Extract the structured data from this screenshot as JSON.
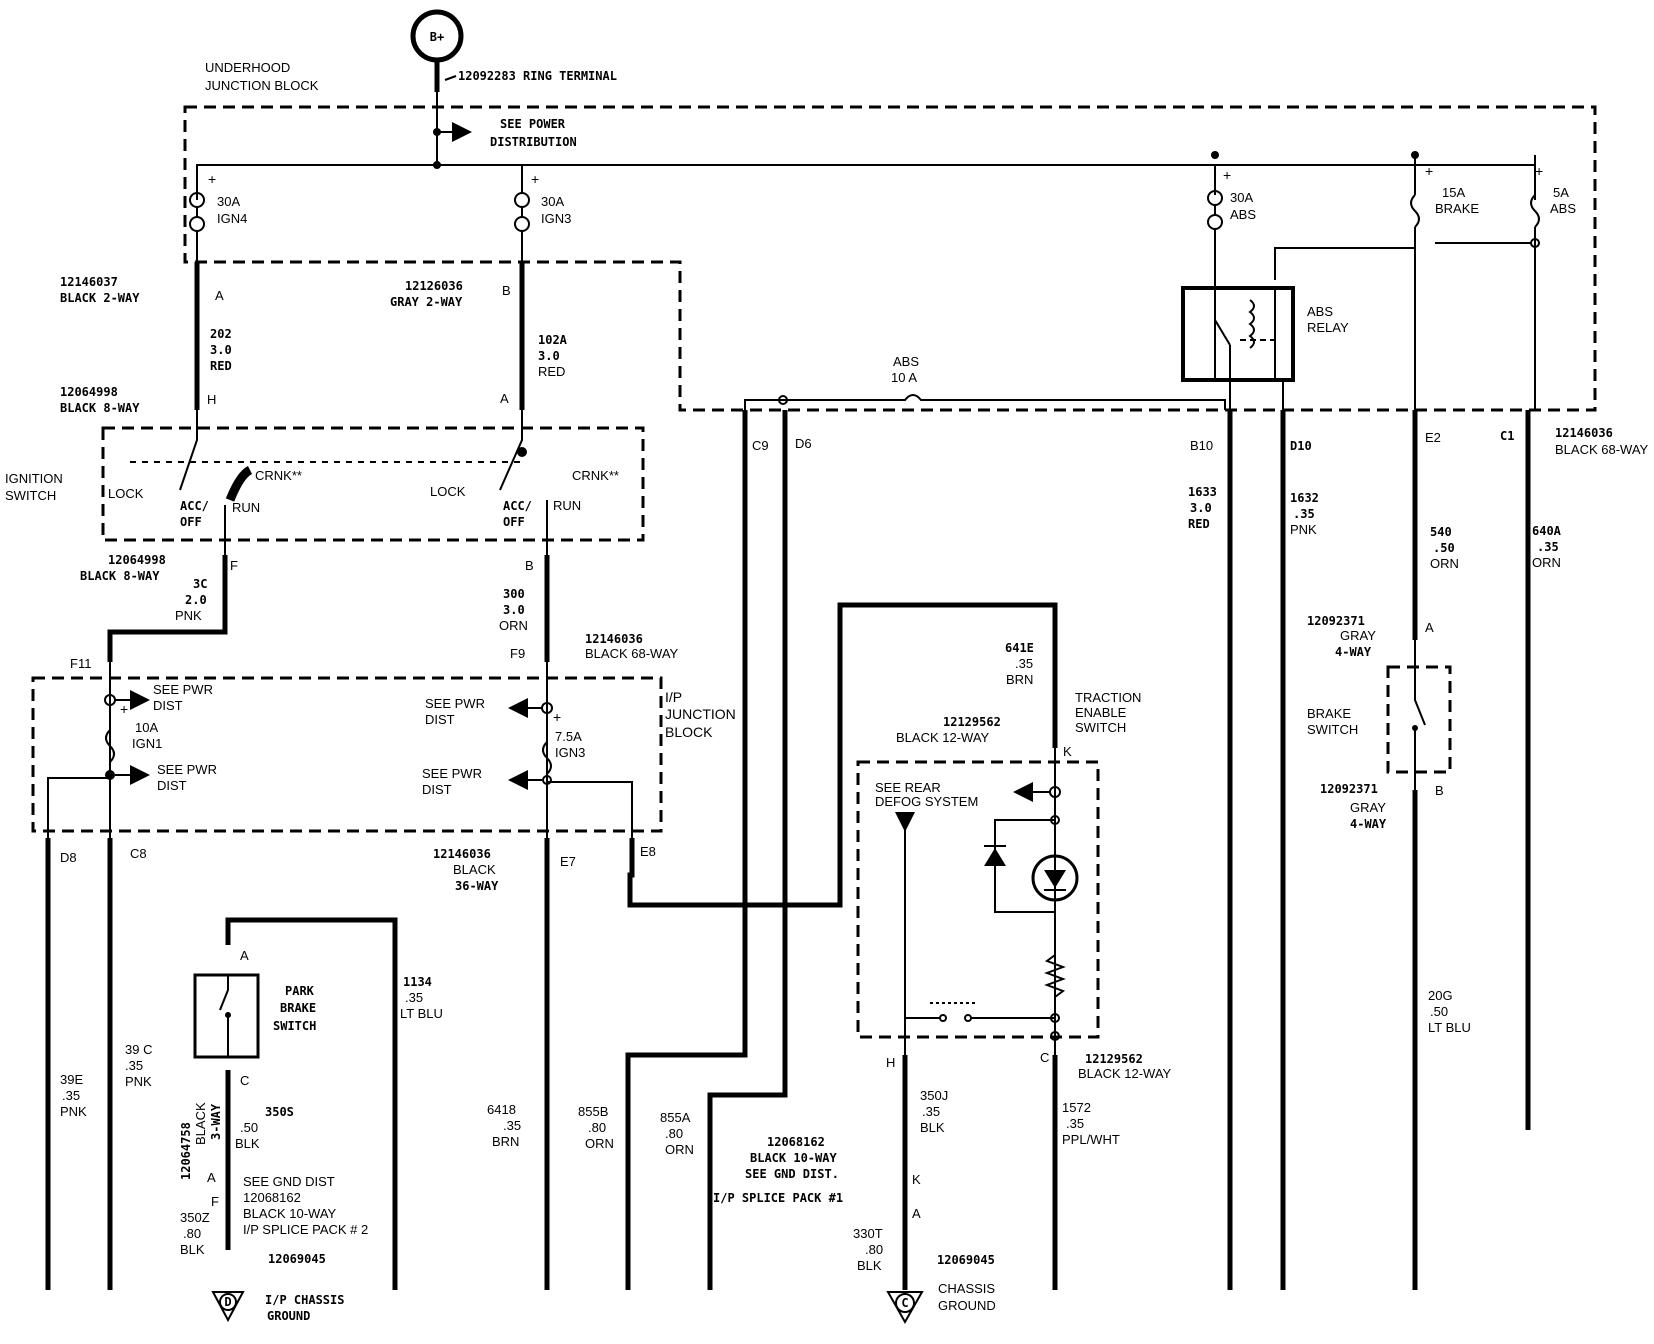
{
  "title": "",
  "power": {
    "battery_label": "B+",
    "ring_terminal": "12092283 RING TERMINAL",
    "see_power_distribution": [
      "SEE POWER",
      "DISTRIBUTION"
    ]
  },
  "underhood_junction_block": {
    "label": [
      "UNDERHOOD",
      "JUNCTION BLOCK"
    ],
    "fuses": [
      {
        "rating": "30A",
        "name": "IGN4"
      },
      {
        "rating": "30A",
        "name": "IGN3"
      },
      {
        "rating": "30A",
        "name": "ABS"
      },
      {
        "rating": "15A",
        "name": "BRAKE"
      },
      {
        "rating": "5A",
        "name": "ABS"
      },
      {
        "rating": "ABS",
        "name": "10 A"
      }
    ],
    "abs_relay": [
      "ABS",
      "RELAY"
    ]
  },
  "connectors": {
    "c_12146037": [
      "12146037",
      "BLACK 2-WAY"
    ],
    "c_12126036": [
      "12126036",
      "GRAY 2-WAY"
    ],
    "c_12064998_top": [
      "12064998",
      "BLACK 8-WAY"
    ],
    "c_12064998_bottom": [
      "12064998",
      "BLACK 8-WAY"
    ],
    "c_12146036_right": [
      "12146036",
      "BLACK 68-WAY"
    ],
    "c_12146036_ip_top": [
      "12146036",
      "BLACK 68-WAY"
    ],
    "c_12146036_ip_bottom": [
      "12146036",
      "BLACK",
      "36-WAY"
    ],
    "c_12092371_a": [
      "12092371",
      "GRAY",
      "4-WAY"
    ],
    "c_12092371_b": [
      "12092371",
      "GRAY",
      "4-WAY"
    ],
    "c_12129562_k": [
      "12129562",
      "BLACK 12-WAY"
    ],
    "c_12129562_c": [
      "12129562",
      "BLACK 12-WAY"
    ],
    "c_12064758": [
      "12064758",
      "BLACK",
      "3-WAY"
    ],
    "c_12068162_pack1": [
      "12068162",
      "BLACK 10-WAY",
      "SEE GND DIST.",
      "I/P SPLICE PACK #1"
    ],
    "c_12068162_pack2": [
      "SEE GND DIST",
      "12068162",
      "BLACK 10-WAY",
      "I/P SPLICE PACK # 2"
    ],
    "c_12069045_left": "12069045",
    "c_12069045_right": "12069045"
  },
  "pins": {
    "A1": "A",
    "B1": "B",
    "H1": "H",
    "A2": "A",
    "F1": "F",
    "B2": "B",
    "F11": "F11",
    "F9": "F9",
    "D8": "D8",
    "C8": "C8",
    "E7": "E7",
    "E8": "E8",
    "C9": "C9",
    "D6": "D6",
    "B10": "B10",
    "D10": "D10",
    "E2": "E2",
    "C1": "C1",
    "K1": "K",
    "H2": "H",
    "C2": "C",
    "K2": "K",
    "A3": "A",
    "A4": "A",
    "B3": "B",
    "A5": "A",
    "C3": "C",
    "A6": "A",
    "F2": "F"
  },
  "ignition_switch": {
    "label": [
      "IGNITION",
      "SWITCH"
    ],
    "lock": "LOCK",
    "acc_off": [
      "ACC/",
      "OFF"
    ],
    "run": "RUN",
    "crank": "CRNK**"
  },
  "ip_junction_block": {
    "label": [
      "I/P",
      "JUNCTION",
      "BLOCK"
    ],
    "see_pwr_dist": [
      "SEE PWR",
      "DIST"
    ],
    "fuses": [
      {
        "rating": "10A",
        "name": "IGN1"
      },
      {
        "rating": "7.5A",
        "name": "IGN3"
      }
    ]
  },
  "wires": [
    {
      "circuit": "202",
      "gauge": "3.0",
      "color": "RED"
    },
    {
      "circuit": "102A",
      "gauge": "3.0",
      "color": "RED"
    },
    {
      "circuit": "3C",
      "gauge": "2.0",
      "color": "PNK"
    },
    {
      "circuit": "300",
      "gauge": "3.0",
      "color": "ORN"
    },
    {
      "circuit": "1633",
      "gauge": "3.0",
      "color": "RED"
    },
    {
      "circuit": "1632",
      "gauge": ".35",
      "color": "PNK"
    },
    {
      "circuit": "540",
      "gauge": ".50",
      "color": "ORN"
    },
    {
      "circuit": "640A",
      "gauge": ".35",
      "color": "ORN"
    },
    {
      "circuit": "641E",
      "gauge": ".35",
      "color": "BRN"
    },
    {
      "circuit": "39E",
      "gauge": ".35",
      "color": "PNK"
    },
    {
      "circuit": "39 C",
      "gauge": ".35",
      "color": "PNK"
    },
    {
      "circuit": "1134",
      "gauge": ".35",
      "color": "LT BLU"
    },
    {
      "circuit": "350S",
      "gauge": ".50",
      "color": "BLK"
    },
    {
      "circuit": "350Z",
      "gauge": ".80",
      "color": "BLK"
    },
    {
      "circuit": "6418",
      "gauge": ".35",
      "color": "BRN"
    },
    {
      "circuit": "855B",
      "gauge": ".80",
      "color": "ORN"
    },
    {
      "circuit": "855A",
      "gauge": ".80",
      "color": "ORN"
    },
    {
      "circuit": "350J",
      "gauge": ".35",
      "color": "BLK"
    },
    {
      "circuit": "330T",
      "gauge": ".80",
      "color": "BLK"
    },
    {
      "circuit": "1572",
      "gauge": ".35",
      "color": "PPL/WHT"
    },
    {
      "circuit": "20G",
      "gauge": ".50",
      "color": "LT BLU"
    }
  ],
  "components": {
    "park_brake_switch": [
      "PARK",
      "BRAKE",
      "SWITCH"
    ],
    "brake_switch": [
      "BRAKE",
      "SWITCH"
    ],
    "traction_enable_switch": [
      "TRACTION",
      "ENABLE",
      "SWITCH"
    ],
    "see_rear_defog": [
      "SEE REAR",
      "DEFOG SYSTEM"
    ]
  },
  "grounds": {
    "ip_chassis": {
      "symbol": "D",
      "label": [
        "I/P CHASSIS",
        "GROUND"
      ]
    },
    "chassis": {
      "symbol": "C",
      "label": [
        "CHASSIS",
        "GROUND"
      ]
    }
  }
}
